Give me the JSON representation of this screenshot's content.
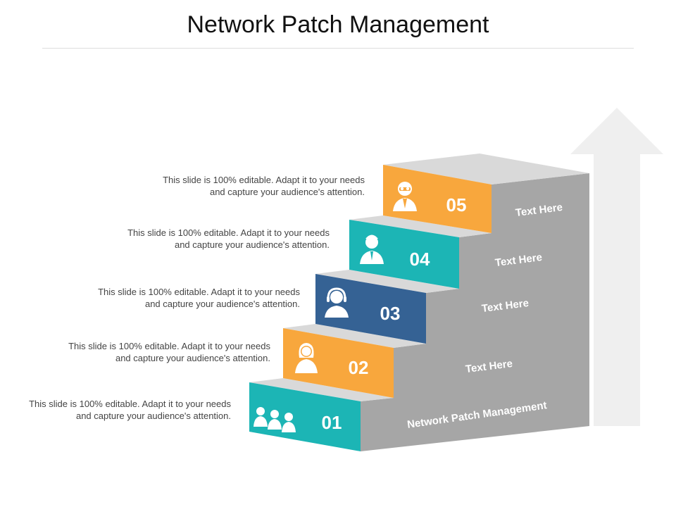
{
  "title": "Network Patch Management",
  "colors": {
    "teal": "#1CB5B5",
    "orange": "#F8A73D",
    "navy": "#356294",
    "gray_side": "#A6A6A6",
    "gray_top": "#D9D9D9",
    "arrow": "#EFEFEF"
  },
  "steps": [
    {
      "number": "01",
      "icon": "group-icon",
      "side_label": "Network Patch Management",
      "description": "This slide is 100% editable. Adapt it to your needs and capture your audience's attention."
    },
    {
      "number": "02",
      "icon": "woman-icon",
      "side_label": "Text Here",
      "description": "This slide is 100% editable. Adapt it to your needs and capture your audience's attention."
    },
    {
      "number": "03",
      "icon": "headset-icon",
      "side_label": "Text Here",
      "description": "This slide is 100% editable. Adapt it to your needs and capture your audience's attention."
    },
    {
      "number": "04",
      "icon": "man-icon",
      "side_label": "Text Here",
      "description": "This slide is 100% editable. Adapt it to your needs and capture your audience's attention."
    },
    {
      "number": "05",
      "icon": "doctor-icon",
      "side_label": "Text Here",
      "description": "This slide is 100% editable. Adapt it to your needs and capture your audience's attention."
    }
  ]
}
